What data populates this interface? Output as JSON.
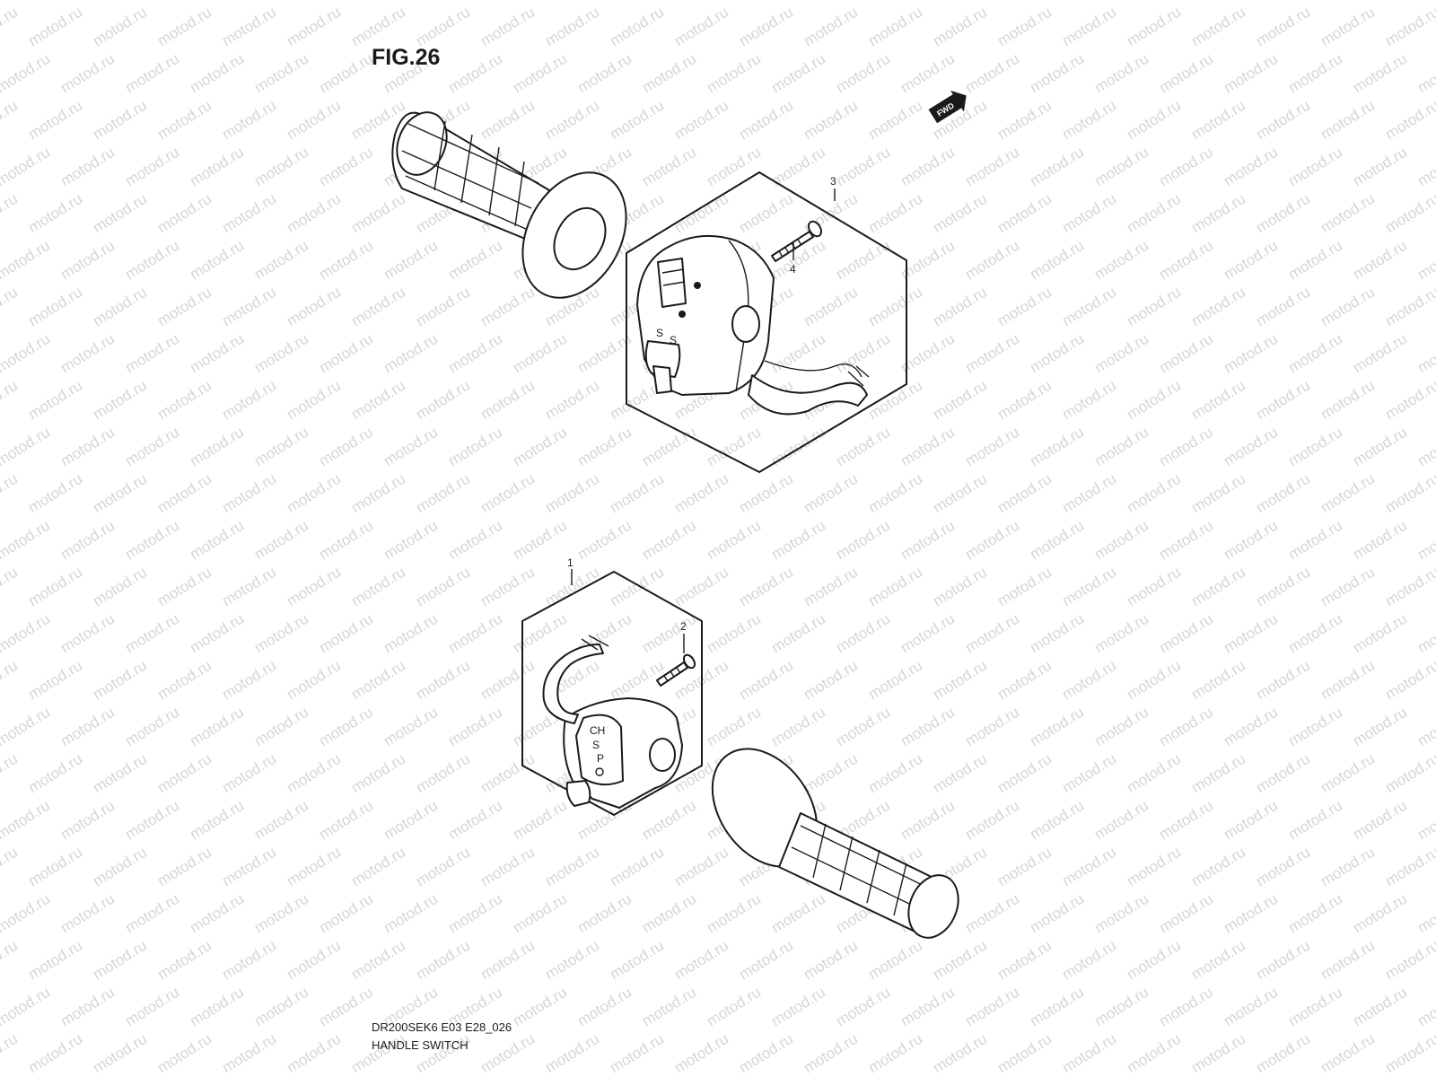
{
  "figure": {
    "title": "FIG.26",
    "model_code": "DR200SEK6 E03 E28_026",
    "section_title": "HANDLE SWITCH"
  },
  "direction_indicator": {
    "label": "FWD"
  },
  "watermark": {
    "text": "motod.ru"
  },
  "callouts": [
    {
      "number": "1",
      "part": "left-handle-switch-assembly"
    },
    {
      "number": "2",
      "part": "screw"
    },
    {
      "number": "3",
      "part": "right-handle-switch-assembly"
    },
    {
      "number": "4",
      "part": "screw"
    }
  ]
}
